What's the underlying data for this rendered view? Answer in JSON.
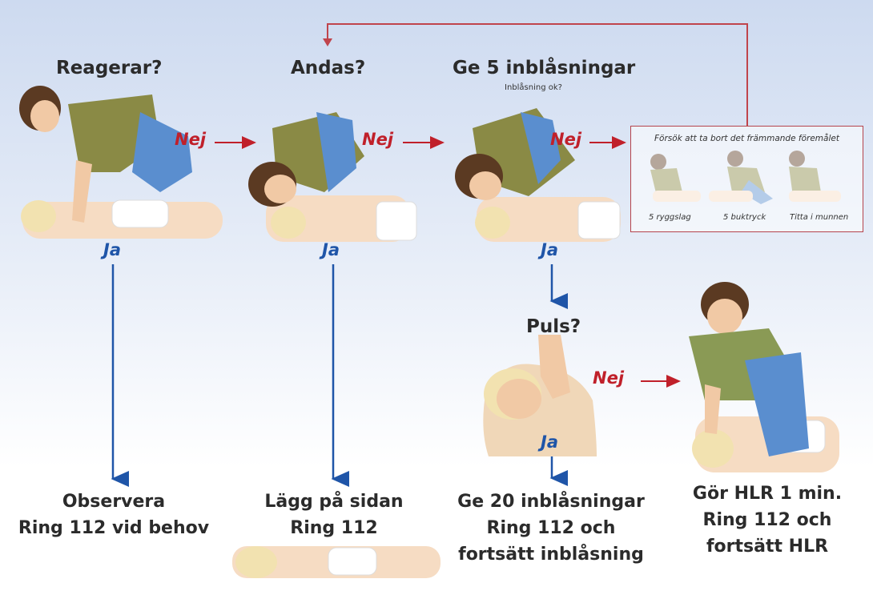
{
  "steps": {
    "reagerar": "Reagerar?",
    "andas": "Andas?",
    "inblas": "Ge 5 inblåsningar",
    "inblas_sub": "Inblåsning ok?",
    "puls": "Puls?"
  },
  "labels": {
    "nej": "Nej",
    "ja": "Ja"
  },
  "foreign_body": {
    "title": "Försök att ta bort det främmande föremålet",
    "items": [
      "5 ryggslag",
      "5 buktryck",
      "Titta i munnen"
    ]
  },
  "outcomes": {
    "observe": [
      "Observera",
      "Ring 112 vid behov"
    ],
    "side": [
      "Lägg på sidan",
      "Ring 112"
    ],
    "breaths": [
      "Ge 20 inblåsningar",
      "Ring 112 och",
      "fortsätt inblåsning"
    ],
    "hlr": [
      "Gör HLR 1 min.",
      "Ring 112 och",
      "fortsätt HLR"
    ]
  },
  "colors": {
    "nej": "#c0202a",
    "ja": "#1f55a8",
    "loop": "#c0444c"
  }
}
